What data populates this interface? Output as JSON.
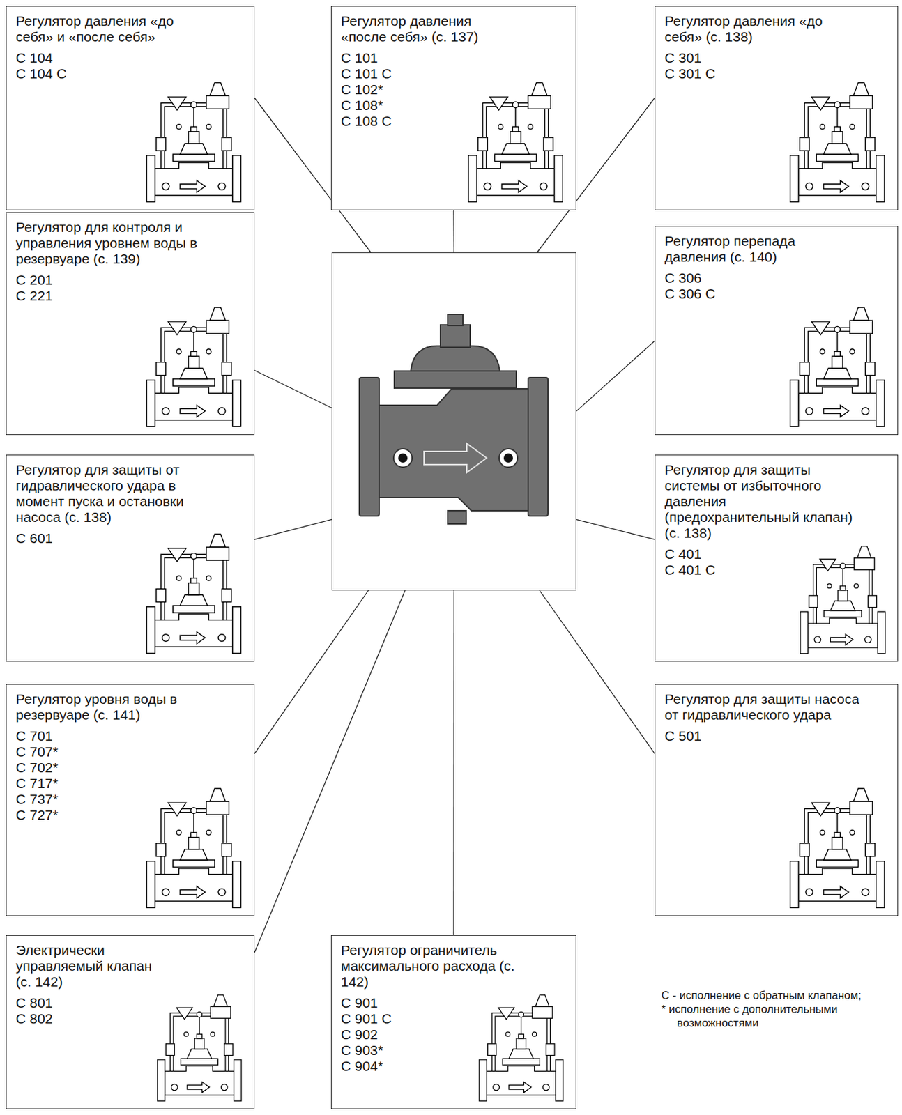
{
  "diagram": {
    "nodes": [
      {
        "text": [
          "Регулятор давления «до себя» и «после себя»",
          "С 104",
          "С 104 С"
        ]
      },
      {
        "text": [
          "Регулятор давления «после себя» (с. 137)",
          "С 101",
          "С 101 С",
          "С 102*",
          "С 108*",
          "С 108 С"
        ]
      },
      {
        "text": [
          "Регулятор давления «до себя» (с. 138)",
          "С 301",
          "С 301 С"
        ]
      },
      {
        "text": [
          "Регулятор для контроля и управления уровнем воды в резервуаре (с. 139)",
          "С 201",
          "С 221"
        ]
      },
      {
        "text": [
          "Регулятор перепада давления (с. 140)",
          "С 306",
          "С 306 С"
        ]
      },
      {
        "text": []
      },
      {
        "text": [
          "Регулятор для защиты от гидравлического удара в момент пуска и остановки насоса (с. 138)",
          "С 601"
        ]
      },
      {
        "text": [
          "Регулятор для защиты системы от избыточного давления (предохранительный клапан) (с. 138)",
          "С 401",
          "С 401 С"
        ]
      },
      {
        "text": [
          "Регулятор уровня воды в резервуаре (с. 141)",
          "С 701",
          "С 707*",
          "С 702*",
          "С 717*",
          "С 737*",
          "С 727*"
        ]
      },
      {
        "text": [
          "Регулятор для защиты насоса от гидравлического удара",
          "С 501"
        ]
      },
      {
        "text": [
          "Электрически управляемый клапан (с. 142)",
          "С 801",
          "С 802"
        ]
      },
      {
        "text": [
          "Регулятор ограничитель максимального расхода (с. 142)",
          "С 901",
          "С 901 С",
          "С 902",
          "С 903*",
          "С 904*"
        ]
      }
    ],
    "edges": [
      {
        "from": 0,
        "to": 5,
        "arrow": "none"
      },
      {
        "from": 1,
        "to": 5,
        "arrow": "none"
      },
      {
        "from": 2,
        "to": 5,
        "arrow": "none"
      },
      {
        "from": 3,
        "to": 5,
        "arrow": "none"
      },
      {
        "from": 4,
        "to": 5,
        "arrow": "none"
      },
      {
        "from": 6,
        "to": 5,
        "arrow": "none"
      },
      {
        "from": 7,
        "to": 5,
        "arrow": "none"
      },
      {
        "from": 8,
        "to": 5,
        "arrow": "none"
      },
      {
        "from": 9,
        "to": 5,
        "arrow": "none"
      },
      {
        "from": 10,
        "to": 5,
        "arrow": "none"
      },
      {
        "from": 11,
        "to": 5,
        "arrow": "none"
      }
    ],
    "labels": [
      "С - исполнение с обратным клапаном;",
      "* исполнение с дополнительными возможностями"
    ]
  }
}
